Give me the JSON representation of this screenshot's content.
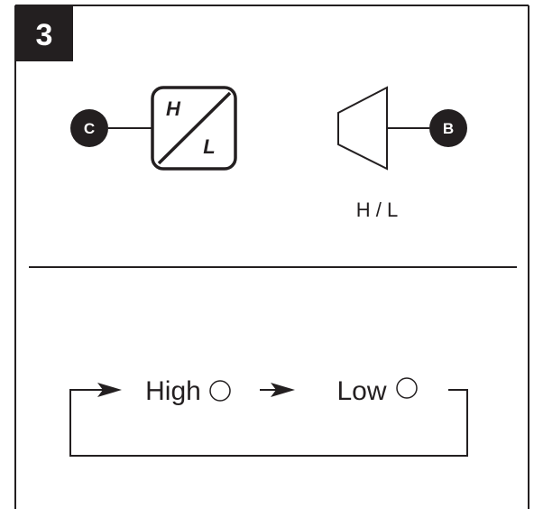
{
  "step": {
    "number": "3"
  },
  "markers": {
    "left": "C",
    "right": "B"
  },
  "switch_icon": {
    "top_label": "H",
    "bottom_label": "L"
  },
  "speaker_caption": "H / L",
  "cycle": {
    "states": [
      "High",
      "Low"
    ]
  },
  "colors": {
    "ink": "#231f20",
    "background": "#ffffff"
  }
}
